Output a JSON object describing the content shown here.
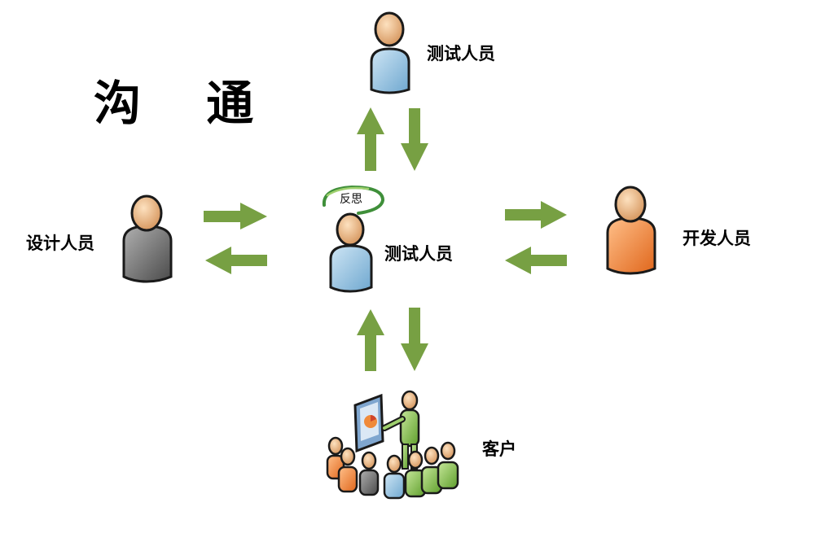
{
  "title": "沟 通",
  "nodes": {
    "top": {
      "label": "测试人员",
      "color": "#9fc7e2"
    },
    "center": {
      "label": "测试人员",
      "color": "#9fc7e2",
      "badge": "反思"
    },
    "left": {
      "label": "设计人员",
      "color": "#7d7d7d"
    },
    "right": {
      "label": "开发人员",
      "color": "#f28c3a"
    },
    "bottom": {
      "label": "客户"
    }
  },
  "colors": {
    "arrow": "#77a043",
    "skin": "#f0b77f",
    "outline": "#1a1a1a"
  }
}
